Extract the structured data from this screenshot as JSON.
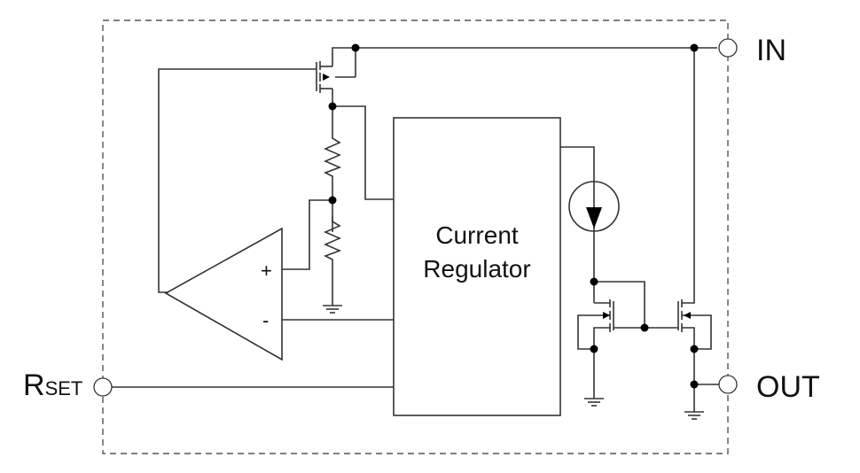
{
  "diagram": {
    "type": "circuit-block-diagram",
    "pins": {
      "in": {
        "label": "IN"
      },
      "out": {
        "label": "OUT"
      },
      "rset": {
        "label_main": "R",
        "label_sub": "SET"
      }
    },
    "blocks": {
      "current_regulator": {
        "line1": "Current",
        "line2": "Regulator"
      }
    },
    "opamp": {
      "plus_label": "+",
      "minus_label": "-"
    },
    "components": [
      "pmos-pass-transistor",
      "resistor-divider-top",
      "resistor-divider-bottom",
      "error-amplifier",
      "current-regulator-block",
      "current-source",
      "current-mirror-reference-transistor",
      "current-mirror-output-transistor",
      "ground-symbols"
    ],
    "colors": {
      "line": "#333333",
      "node": "#000000",
      "background": "#ffffff"
    }
  }
}
